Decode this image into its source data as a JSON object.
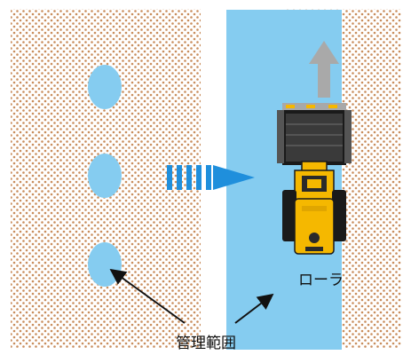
{
  "labels": {
    "roller": "ローラ",
    "managed_area": "管理範囲"
  },
  "colors": {
    "dots": "#c98e5e",
    "water": "#85ccf0",
    "arrow_blue": "#1f8fdc",
    "arrow_gray": "#a9a9a9",
    "roller_yellow": "#f5b800",
    "roller_dark": "#1a1a1a"
  },
  "icons": {
    "direction_arrow": "arrow-up",
    "signal_arrow": "arrow-right",
    "pointer": "arrow"
  }
}
